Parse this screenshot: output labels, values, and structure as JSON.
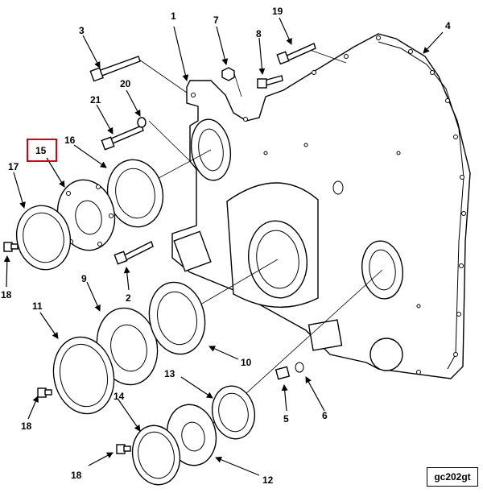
{
  "figure_ref": "gc202gt",
  "highlight_color": "#d0021b",
  "highlighted_callout": "15",
  "callouts": {
    "c1": "1",
    "c2": "2",
    "c3": "3",
    "c4": "4",
    "c5": "5",
    "c6": "6",
    "c7": "7",
    "c8": "8",
    "c9": "9",
    "c10": "10",
    "c11": "11",
    "c12": "12",
    "c13": "13",
    "c14": "14",
    "c15": "15",
    "c16": "16",
    "c17": "17",
    "c18a": "18",
    "c18b": "18",
    "c18c": "18",
    "c19": "19",
    "c20": "20",
    "c21": "21"
  }
}
